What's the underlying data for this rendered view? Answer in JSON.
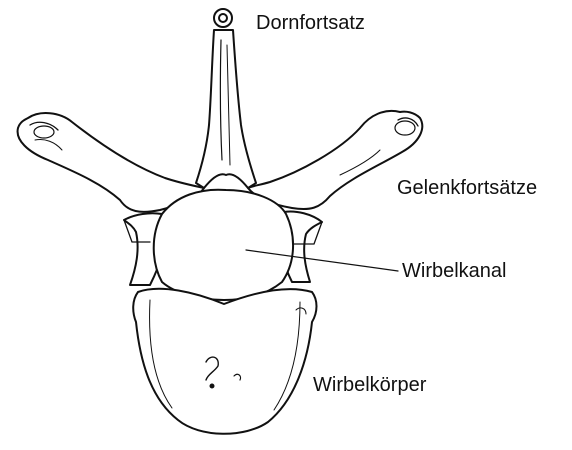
{
  "diagram": {
    "labels": {
      "spinous_process": "Dornfortsatz",
      "articular_processes": "Gelenkfortsätze",
      "vertebral_canal": "Wirbelkanal",
      "vertebral_body": "Wirbelkörper"
    },
    "colors": {
      "ink": "#111111",
      "bone": "#ffffff",
      "background": "#ffffff"
    }
  }
}
